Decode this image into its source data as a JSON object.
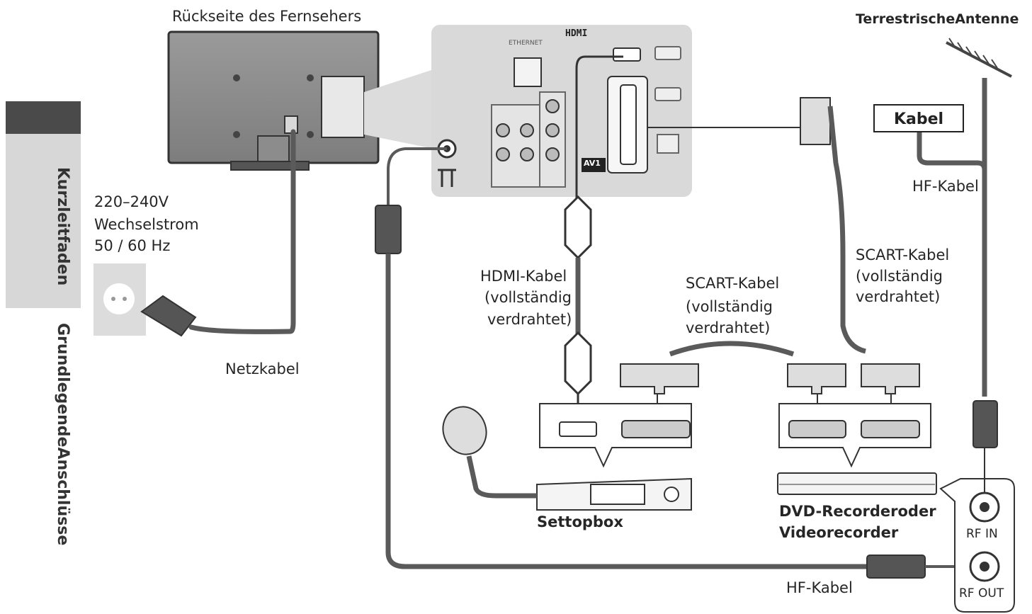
{
  "sidebar": {
    "quick_guide": "Kurzleitfaden",
    "basic_connections": "GrundlegendeAnschlüsse"
  },
  "labels": {
    "tv_back": "Rückseite des Fernsehers",
    "power_line1": "220–240V",
    "power_line2": "Wechselstrom",
    "power_line3": "50 / 60 Hz",
    "power_cable": "Netzkabel",
    "antenna": "TerrestrischeAntenne",
    "cable_box": "Kabel",
    "hf_cable_top": "HF-Kabel",
    "hf_cable_bottom": "HF-Kabel",
    "hdmi_line1": "HDMI-Kabel",
    "hdmi_line2": "(vollständig",
    "hdmi_line3": "verdrahtet)",
    "scart_mid_line1": "SCART-Kabel",
    "scart_mid_line2": "(vollständig",
    "scart_mid_line3": "verdrahtet)",
    "scart_right_line1": "SCART-Kabel",
    "scart_right_line2": "(vollständig",
    "scart_right_line3": "verdrahtet)",
    "settopbox": "Settopbox",
    "dvd_line1": "DVD-Recorderoder",
    "dvd_line2": "Videorecorder",
    "rf_in": "RF IN",
    "rf_out": "RF OUT",
    "av1": "AV1",
    "hdmi_logo": "HDMI",
    "ethernet": "ETHERNET"
  },
  "colors": {
    "cable": "#5a5a5a",
    "panel": "#d9d9d9",
    "outline": "#333333"
  }
}
